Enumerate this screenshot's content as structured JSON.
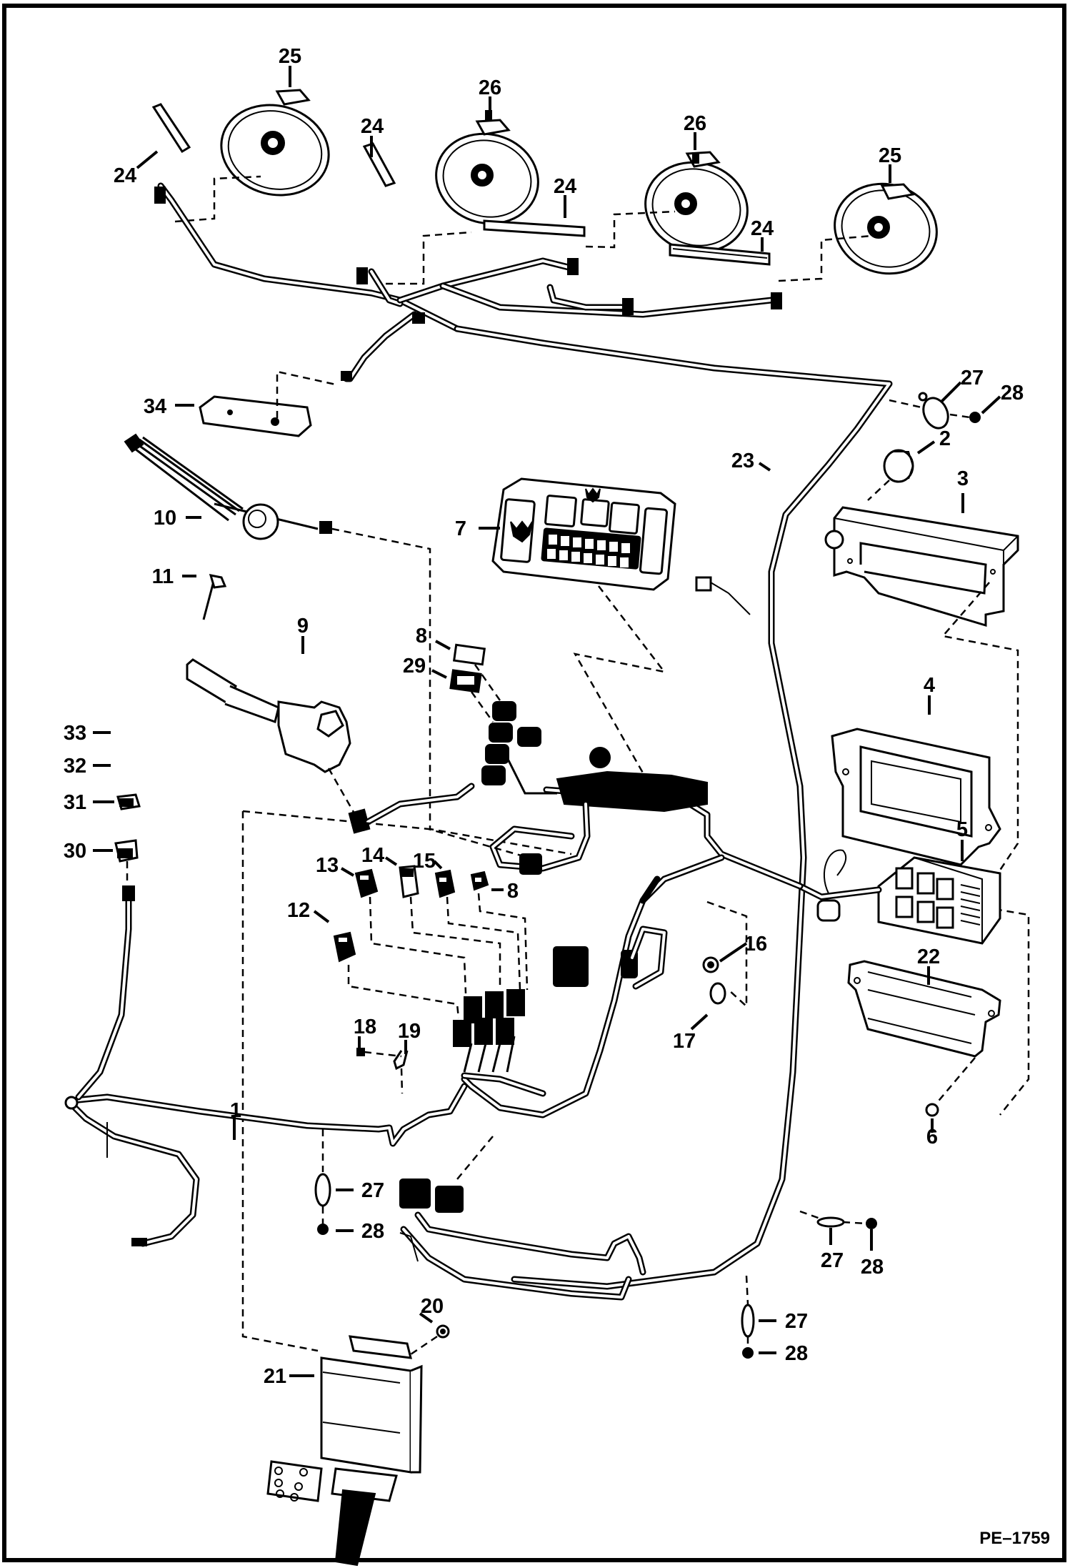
{
  "figure": {
    "id_label": "PE–1759",
    "type": "exploded parts diagram - electrical wiring harness"
  },
  "callouts": {
    "c1": "1",
    "c2": "2",
    "c3": "3",
    "c4": "4",
    "c5": "5",
    "c6": "6",
    "c7": "7",
    "c8a": "8",
    "c8b": "8",
    "c9": "9",
    "c10": "10",
    "c11": "11",
    "c12": "12",
    "c13": "13",
    "c14": "14",
    "c15": "15",
    "c16": "16",
    "c17": "17",
    "c18": "18",
    "c19": "19",
    "c20": "20",
    "c21": "21",
    "c22": "22",
    "c23": "23",
    "c24a": "24",
    "c24b": "24",
    "c24c": "24",
    "c24d": "24",
    "c25a": "25",
    "c25b": "25",
    "c26a": "26",
    "c26b": "26",
    "c27a": "27",
    "c27b": "27",
    "c27c": "27",
    "c27d": "27",
    "c28a": "28",
    "c28b": "28",
    "c28c": "28",
    "c28d": "28",
    "c29": "29",
    "c30": "30",
    "c31": "31",
    "c32": "32",
    "c33": "33",
    "c34": "34"
  }
}
